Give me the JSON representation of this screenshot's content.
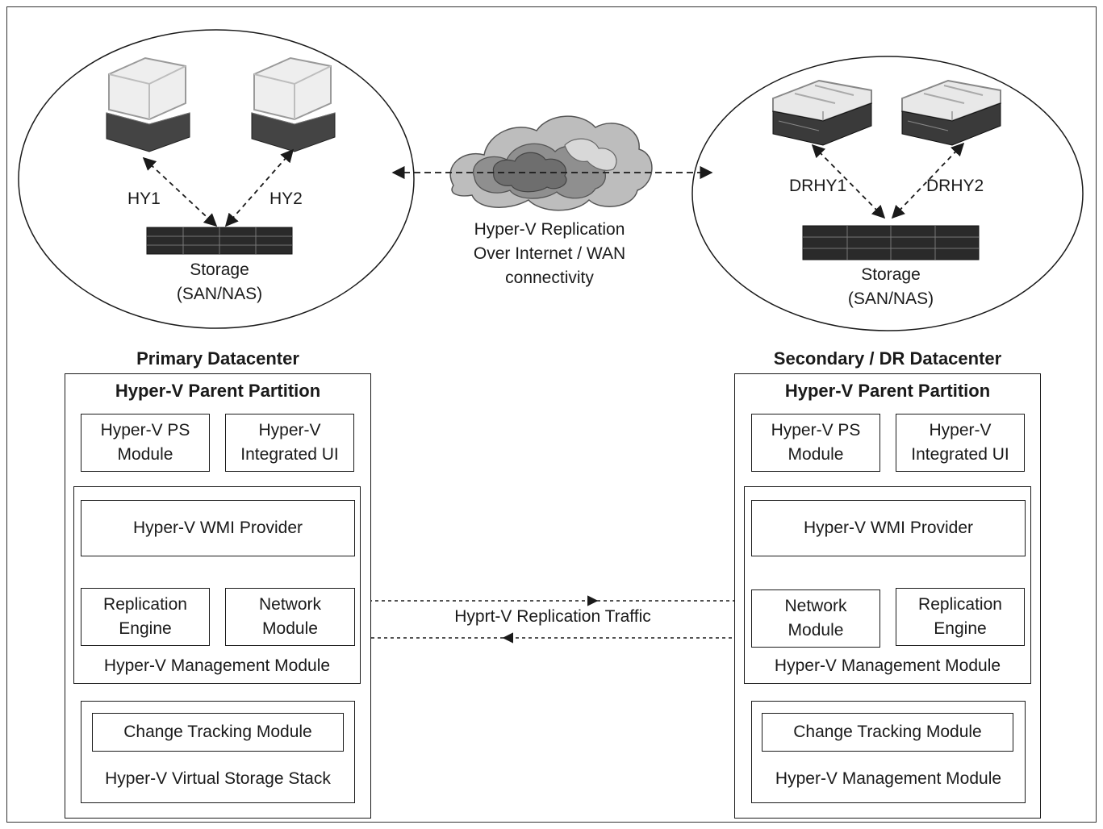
{
  "primary_site": {
    "host1_label": "HY1",
    "host2_label": "HY2",
    "storage_line1": "Storage",
    "storage_line2": "(SAN/NAS)"
  },
  "secondary_site": {
    "host1_label": "DRHY1",
    "host2_label": "DRHY2",
    "storage_line1": "Storage",
    "storage_line2": "(SAN/NAS)"
  },
  "wan": {
    "line1": "Hyper-V Replication",
    "line2": "Over Internet / WAN",
    "line3": "connectivity"
  },
  "primary_dc": {
    "title": "Primary Datacenter",
    "parent_partition": "Hyper-V Parent Partition",
    "ps_module": [
      "Hyper-V PS",
      "Module"
    ],
    "integrated_ui": [
      "Hyper-V",
      "Integrated UI"
    ],
    "wmi_provider": "Hyper-V WMI Provider",
    "replication_engine": [
      "Replication",
      "Engine"
    ],
    "network_module": [
      "Network",
      "Module"
    ],
    "management_module": "Hyper-V Management Module",
    "change_tracking": "Change Tracking Module",
    "storage_stack": "Hyper-V Virtual Storage Stack"
  },
  "secondary_dc": {
    "title": "Secondary / DR Datacenter",
    "parent_partition": "Hyper-V Parent Partition",
    "ps_module": [
      "Hyper-V PS",
      "Module"
    ],
    "integrated_ui": [
      "Hyper-V",
      "Integrated UI"
    ],
    "wmi_provider": "Hyper-V WMI Provider",
    "network_module": [
      "Network",
      "Module"
    ],
    "replication_engine": [
      "Replication",
      "Engine"
    ],
    "management_module": "Hyper-V Management Module",
    "change_tracking": "Change Tracking Module",
    "storage_stack": "Hyper-V Management Module"
  },
  "replication_traffic": "Hyprt-V Replication Traffic",
  "colors": {
    "line": "#1a1a1a",
    "cloud_dark": "#8a8a8a",
    "cloud_mid": "#b5b5b5",
    "cloud_light": "#d6d6d6",
    "server_dark": "#3a3a3a"
  }
}
